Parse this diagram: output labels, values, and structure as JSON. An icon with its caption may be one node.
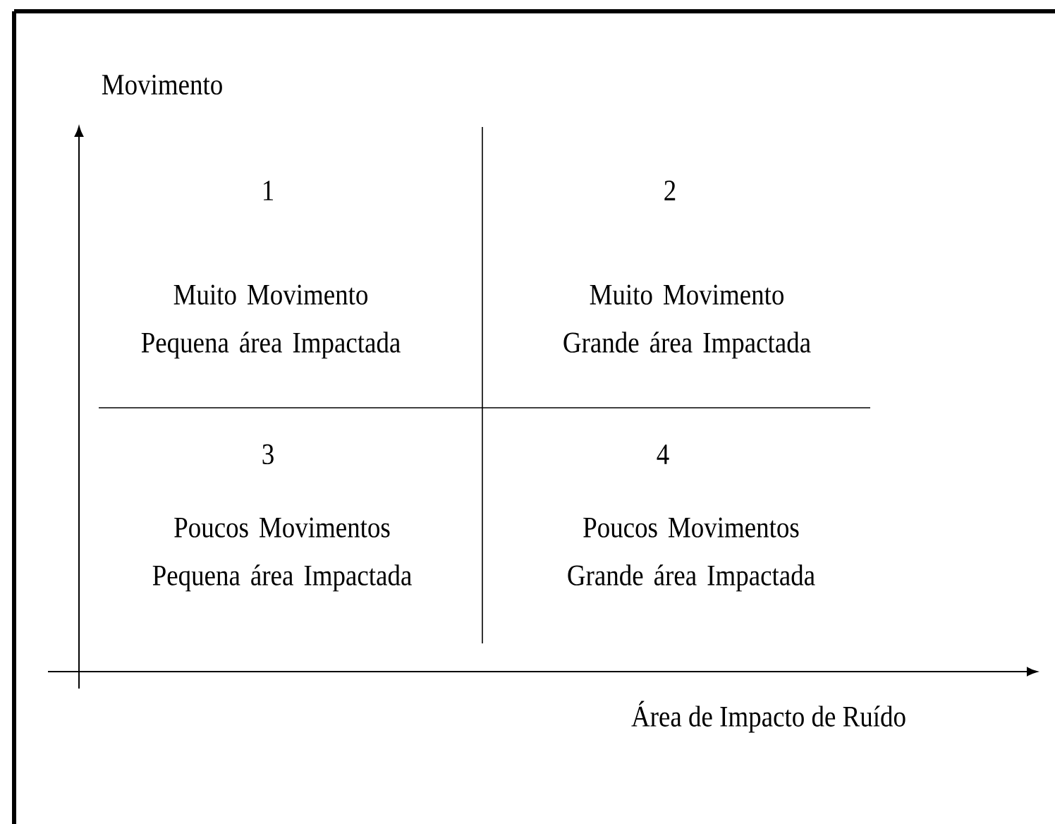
{
  "diagram": {
    "labels": [
      "Movimento",
      "1",
      "2",
      "Muito Movimento Pequena área Impactada",
      "Muito Movimento Grande área Impactada",
      "3",
      "4",
      "Poucos Movimentos Pequena área Impactada",
      "Poucos Movimentos Grande área Impactada",
      "Área de Impacto de Ruído"
    ]
  }
}
